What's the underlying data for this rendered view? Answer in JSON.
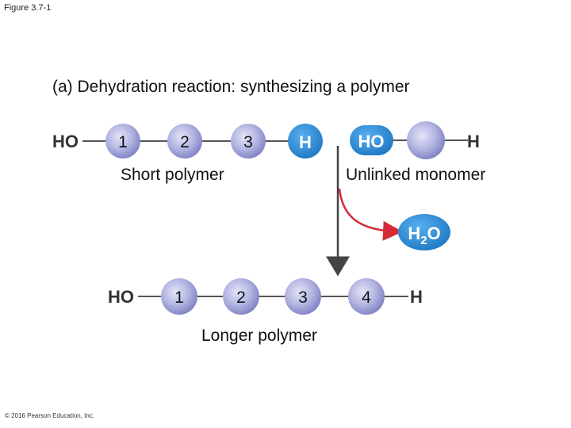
{
  "figure_label": "Figure 3.7-1",
  "title": "(a) Dehydration reaction: synthesizing a polymer",
  "short_polymer": {
    "left_group": "HO",
    "monomers": [
      "1",
      "2",
      "3"
    ],
    "right_group": "H",
    "caption": "Short polymer"
  },
  "unlinked_monomer": {
    "left_group": "HO",
    "right_group": "H",
    "caption": "Unlinked monomer"
  },
  "water": {
    "label_h": "H",
    "label_sub": "2",
    "label_o": "O"
  },
  "longer_polymer": {
    "left_group": "HO",
    "monomers": [
      "1",
      "2",
      "3",
      "4"
    ],
    "right_group": "H",
    "caption": "Longer polymer"
  },
  "copyright": "© 2016 Pearson Education, Inc.",
  "colors": {
    "monomer_fill": "#b9bbe6",
    "bubble_blue": "#2e8fd8",
    "reaction_arrow": "#d42a36",
    "main_arrow": "#444444"
  }
}
